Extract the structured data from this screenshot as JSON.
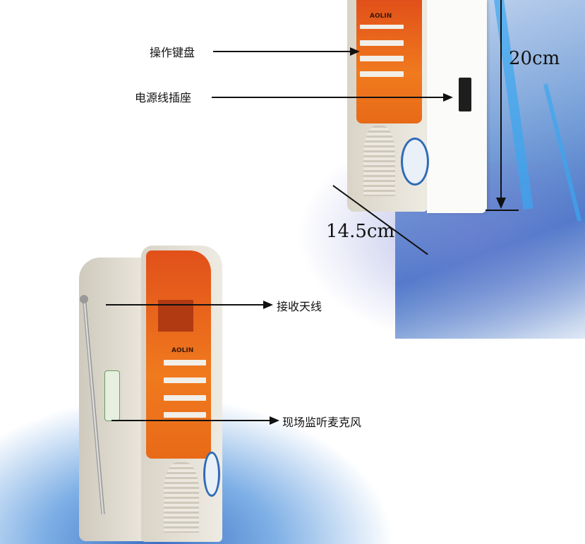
{
  "labels": {
    "keyboard": "操作键盘",
    "power_socket": "电源线插座",
    "antenna": "接收天线",
    "microphone": "现场监听麦克风"
  },
  "dimensions": {
    "height": "20cm",
    "depth": "14.5cm"
  },
  "brand": "AOLIN",
  "colors": {
    "orange": "#e8601a",
    "case": "#eeebe3",
    "background_blue": "#4a78c8"
  }
}
